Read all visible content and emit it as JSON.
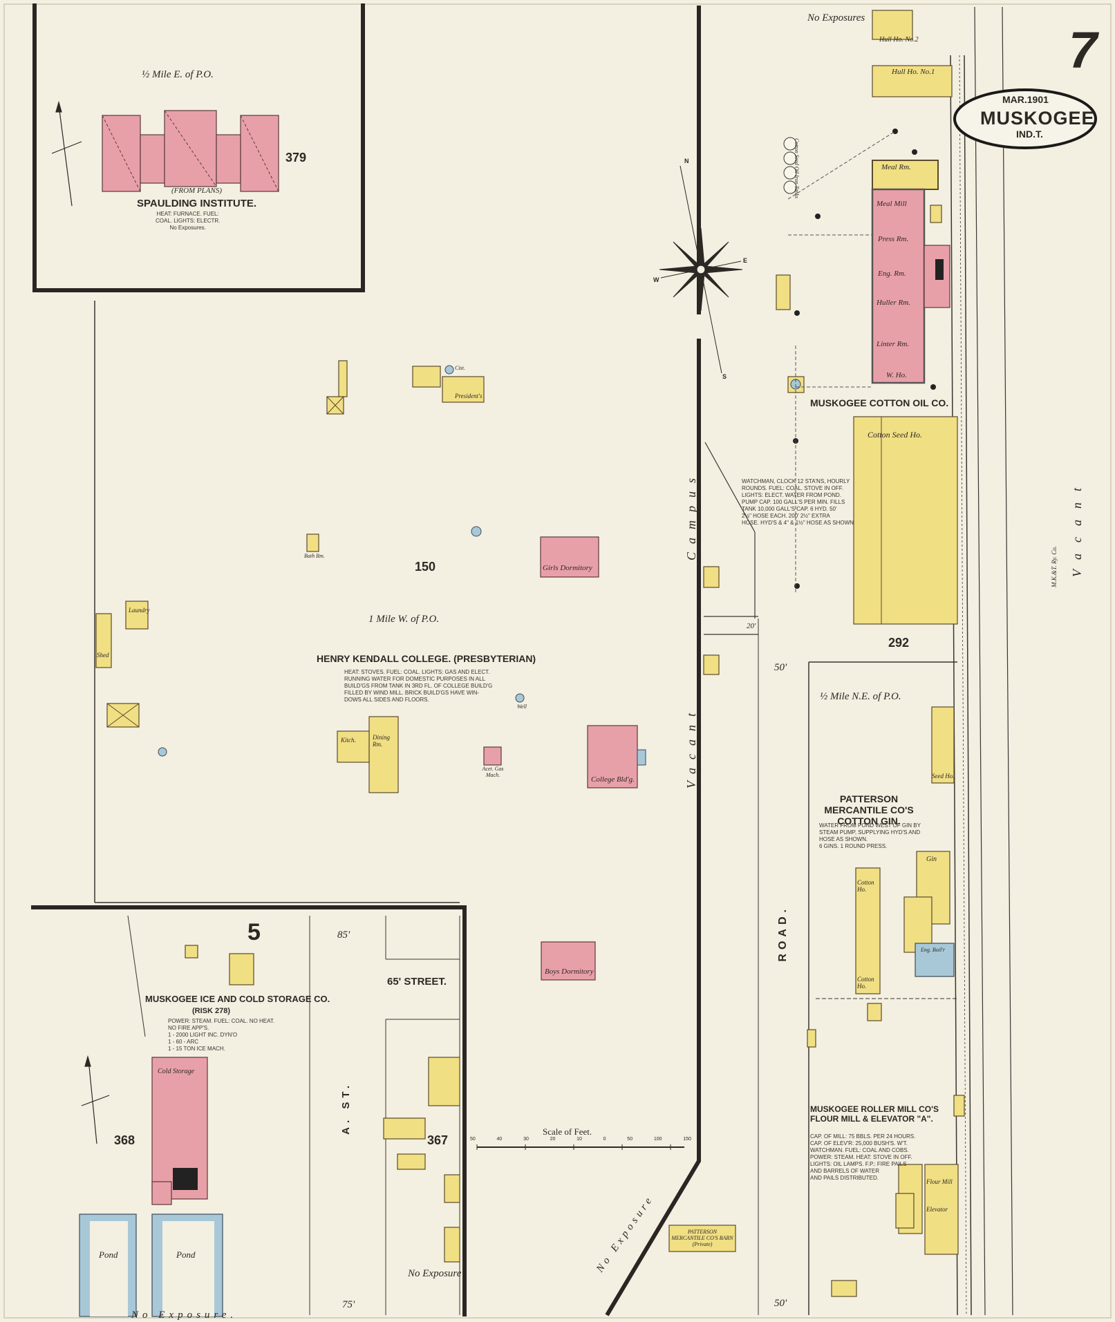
{
  "header": {
    "sheet_number": "7",
    "date_label": "MAR.1901",
    "city_label": "MUSKOGEE",
    "state_label": "IND.T."
  },
  "blocks": {
    "b379": "379",
    "b150": "150",
    "b292": "292",
    "b5": "5",
    "b368": "368",
    "b367": "367"
  },
  "spaulding": {
    "location": "½ Mile E. of P.O.",
    "name": "SPAULDING INSTITUTE.",
    "from_plans": "(FROM PLANS)",
    "notes": "HEAT: FURNACE. FUEL:\nCOAL. LIGHTS: ELECTR.\nNo Exposures."
  },
  "kendall": {
    "location": "1 Mile W. of P.O.",
    "name": "HENRY KENDALL COLLEGE. (PRESBYTERIAN)",
    "notes": "HEAT: STOVES. FUEL: COAL. LIGHTS: GAS AND ELECT.\nRUNNING WATER FOR DOMESTIC PURPOSES IN ALL\nBUILD'GS FROM TANK IN 3RD FL. OF COLLEGE BUILD'G\nFILLED BY WIND MILL. BRICK BUILD'GS HAVE WIN-\nDOWS ALL SIDES AND FLOORS.",
    "girls_dormitory": "Girls Dormitory",
    "boys_dormitory": "Boys Dormitory",
    "college_bldg": "College Bld'g.",
    "presidents": "President's",
    "laundry": "Laundry",
    "kitch": "Kitch.",
    "dining_rm": "Dining Rm.",
    "gas_mach": "Acet. Gas Mach.",
    "shed": "Shed",
    "bath_rm": "Bath Rm.",
    "cist": "Cist.",
    "well": "Well"
  },
  "cotton_oil": {
    "name": "MUSKOGEE COTTON OIL CO.",
    "no_exposures": "No Exposures",
    "hull_house_2": "Hull Ho. No.2",
    "hull_house_1": "Hull Ho. No.1",
    "meal_rm": "Meal Rm.",
    "meal_mill": "Meal Mill",
    "press_rm": "Press Rm.",
    "eng_rm": "Eng. Rm.",
    "huller_rm": "Huller Rm.",
    "linter_rm": "Linter Rm.",
    "w_ho": "W. Ho.",
    "cotton_seed_ho": "Cotton Seed Ho.",
    "oil_tanks": "Cotton Seed Oil Iron Tanks",
    "notes": "WATCHMAN, CLOCK 12 STA'NS, HOURLY\nROUNDS. FUEL: COAL. STOVE IN OFF.\nLIGHTS: ELECT. WATER FROM POND.\nPUMP CAP. 100 GALL'S PER MIN. FILLS\nTANK 10,000 GALL'S CAP. 6 HYD. 50'\n2½\" HOSE EACH. 200' 2½\" EXTRA\nHOSE. HYD'S & 4\" & 1½\" HOSE AS SHOWN"
  },
  "patterson": {
    "location": "½ Mile N.E. of P.O.",
    "name": "PATTERSON MERCANTILE CO'S COTTON GIN.",
    "notes": "WATER FROM POND WEST OF GIN BY\nSTEAM PUMP, SUPPLYING HYD'S AND\nHOSE AS SHOWN.\n6 GINS. 1 ROUND PRESS.",
    "seed_ho": "Seed Ho.",
    "gin": "Gin",
    "cotton_ho_1": "Cotton Ho.",
    "cotton_ho_2": "Cotton Ho.",
    "eng_boiler": "Eng. Boil'r",
    "barn": "PATTERSON MERCANTILE CO'S BARN (Private)"
  },
  "roller_mill": {
    "name": "MUSKOGEE ROLLER MILL CO'S FLOUR MILL & ELEVATOR \"A\".",
    "notes": "CAP. OF MILL: 75 BBLS. PER 24 HOURS.\nCAP. OF ELEV'R: 25,000 BUSH'S. W'T.\nWATCHMAN. FUEL: COAL AND COBS.\nPOWER: STEAM. HEAT: STOVE IN OFF.\nLIGHTS: OIL LAMPS. F.P.: FIRE PAILS\nAND BARRELS OF WATER\nAND PAILS DISTRIBUTED.",
    "flour_mill": "Flour Mill",
    "elevator": "Elevator"
  },
  "ice_plant": {
    "name": "MUSKOGEE ICE AND COLD STORAGE CO.",
    "risk": "(RISK 278)",
    "notes": "POWER: STEAM. FUEL: COAL. NO HEAT.\nNO FIRE APP'S.\n1 - 2000 LIGHT INC. DYN'O\n1 - 60 - ARC\n1 - 15 TON ICE MACH.",
    "cold_storage": "Cold Storage",
    "pond_1": "Pond",
    "pond_2": "Pond",
    "no_exposure": "No Exposure."
  },
  "streets": {
    "road": "ROAD.",
    "vacant": "Vacant",
    "campus": "Campus",
    "a_st": "A. ST.",
    "street_65": "65' STREET.",
    "no_exposure_diag": "No Exposure",
    "no_exposure_bottom": "No Exposure",
    "railroad": "M.K.&T. Ry. Co.",
    "vacant_right": "Vacant",
    "dim_85": "85'",
    "dim_75": "75'",
    "dim_50a": "50'",
    "dim_50b": "50'",
    "dim_20": "20'"
  },
  "scale": {
    "title": "Scale of Feet.",
    "ticks": [
      "50",
      "40",
      "30",
      "20",
      "10",
      "0",
      "50",
      "100",
      "150"
    ]
  },
  "compass": {
    "n": "N",
    "s": "S",
    "e": "E",
    "w": "W"
  },
  "colors": {
    "paper": "#f3efe1",
    "brick": "#e8a0a8",
    "frame": "#f1df84",
    "iron": "#a8c8d8",
    "ink": "#2a2622"
  }
}
